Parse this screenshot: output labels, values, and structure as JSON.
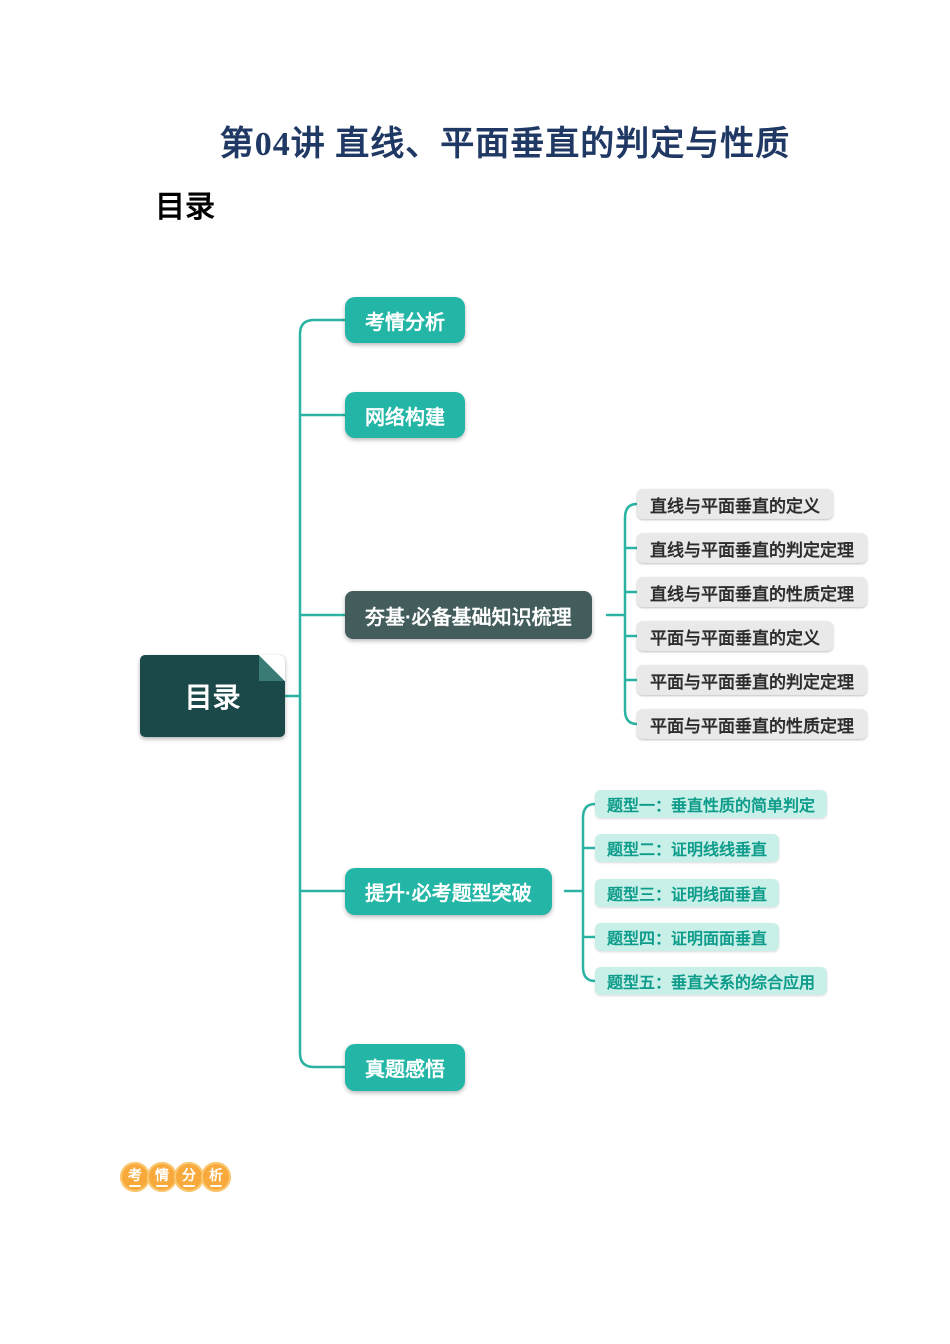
{
  "page": {
    "title": "第04讲 直线、平面垂直的判定与性质",
    "toc_heading": "目录"
  },
  "mindmap": {
    "root_label": "目录",
    "branches": [
      {
        "label": "考情分析",
        "children": []
      },
      {
        "label": "网络构建",
        "children": []
      },
      {
        "label": "夯基·必备基础知识梳理",
        "children": [
          "直线与平面垂直的定义",
          "直线与平面垂直的判定定理",
          "直线与平面垂直的性质定理",
          "平面与平面垂直的定义",
          "平面与平面垂直的判定定理",
          "平面与平面垂直的性质定理"
        ]
      },
      {
        "label": "提升·必考题型突破",
        "children": [
          "题型一：垂直性质的简单判定",
          "题型二：证明线线垂直",
          "题型三：证明线面垂直",
          "题型四：证明面面垂直",
          "题型五：垂直关系的综合应用"
        ]
      },
      {
        "label": "真题感悟",
        "children": []
      }
    ]
  },
  "footer_badge": {
    "label": "考情分析",
    "chars": [
      "考",
      "情",
      "分",
      "析"
    ]
  },
  "colors": {
    "title_text": "#1F3864",
    "branch_teal": "#23B5A5",
    "root_dark_teal": "#1B4848",
    "branch_dark_slate": "#435D5D",
    "gray_child_bg": "#E9E9E9",
    "mint_child_bg": "#C9F0E8",
    "mint_child_text": "#0D9C8B",
    "connector_line": "#2AB3A3",
    "badge_orange": "#F7A93B"
  }
}
